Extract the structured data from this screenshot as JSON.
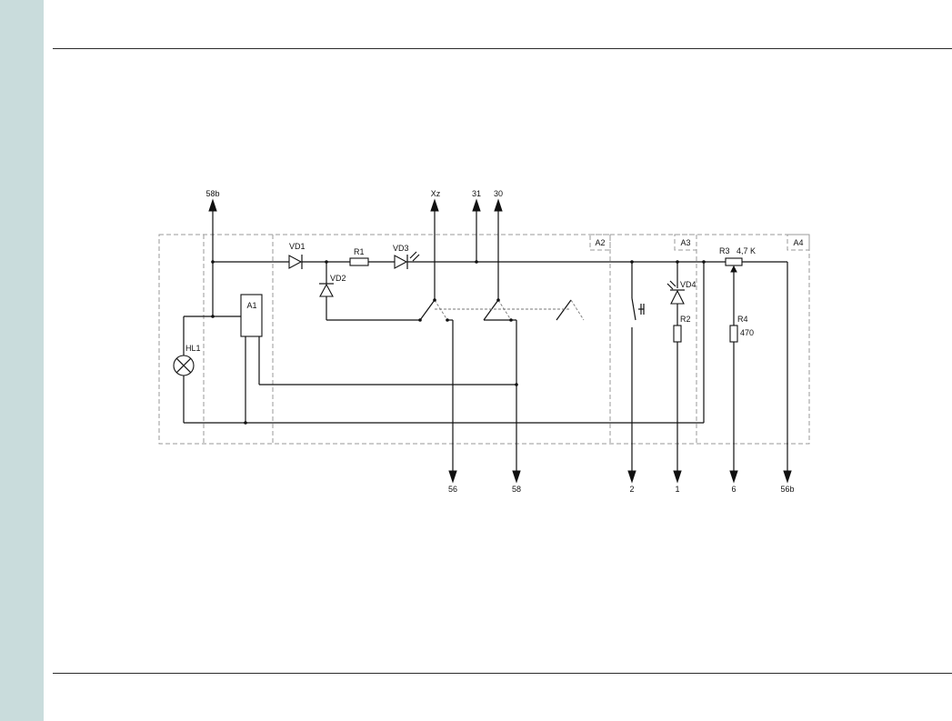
{
  "colors": {
    "side_bar": "#c9dcdc",
    "line": "#111111",
    "frame": "#9a9a9a"
  },
  "terminals": {
    "t58b": "58b",
    "txz": "Xz",
    "t31": "31",
    "t30": "30",
    "t56": "56",
    "t58": "58",
    "t2": "2",
    "t1": "1",
    "t6": "6",
    "t56b": "56b"
  },
  "blocks": {
    "a2": "A2",
    "a3": "A3",
    "a4": "A4",
    "a1": "A1"
  },
  "components": {
    "vd1": "VD1",
    "vd2": "VD2",
    "vd3": "VD3",
    "vd4": "VD4",
    "r1": "R1",
    "r2": "R2",
    "r3": "R3",
    "r3_value": "4,7 K",
    "r4": "R4",
    "r4_value": "470",
    "hl1": "HL1"
  }
}
